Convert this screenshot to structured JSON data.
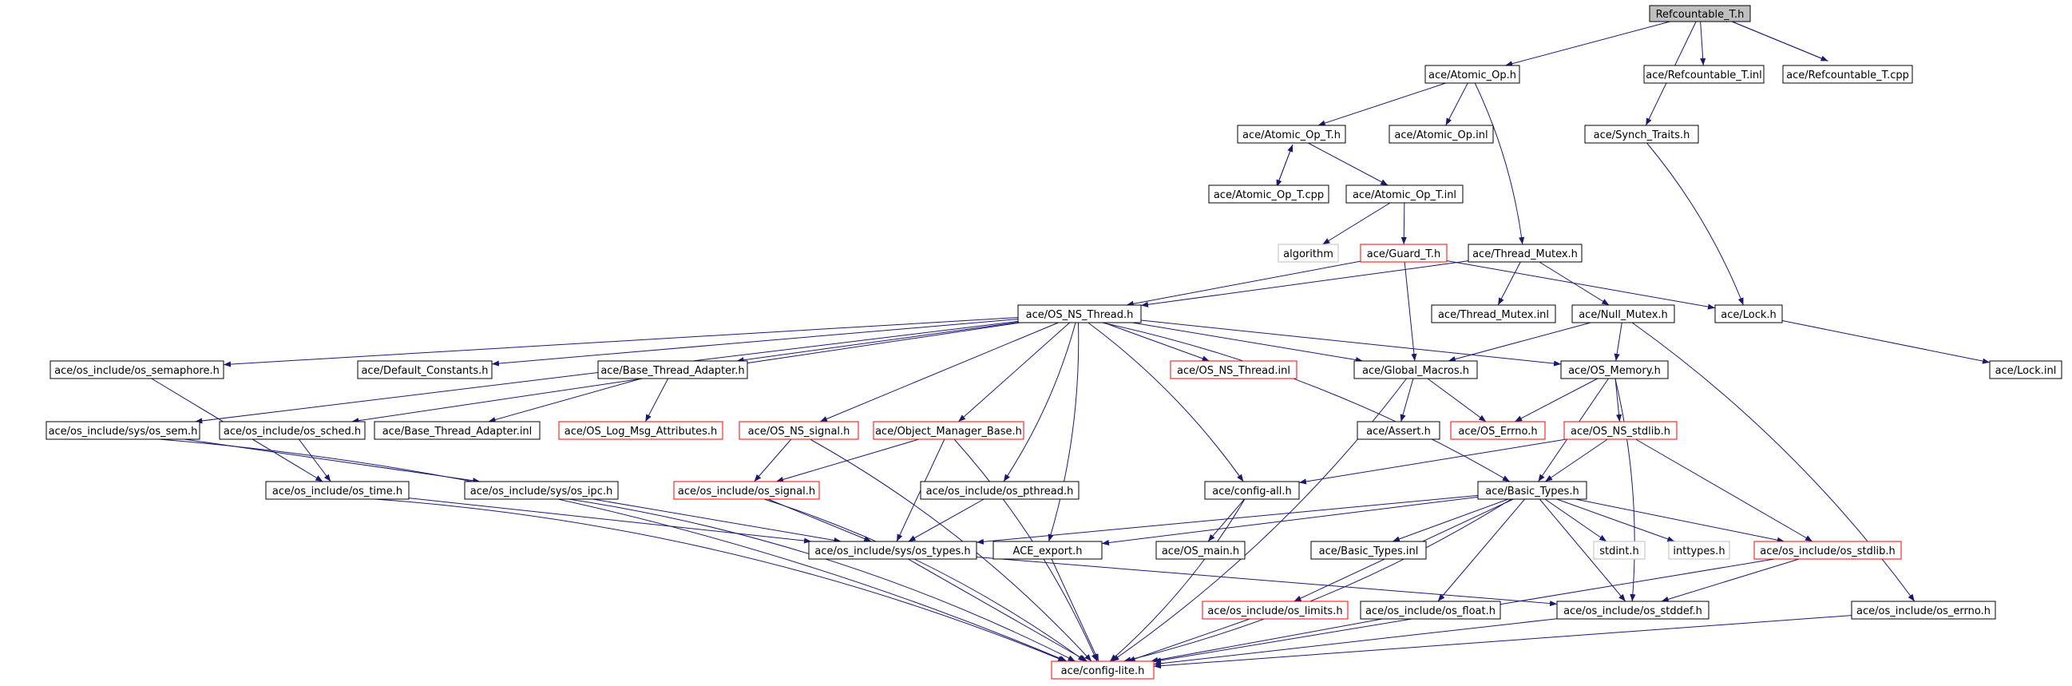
{
  "diagram": {
    "title": "",
    "colors": {
      "edge": "#191970",
      "normal_border": "#000000",
      "incomplete_border": "#ff0000",
      "external_border": "#bfbfbf",
      "root_fill": "#bfbfbf"
    },
    "nodes": [
      {
        "id": "refcountable_t_h",
        "label": "Refcountable_T.h",
        "style": "root"
      },
      {
        "id": "atomic_op_h",
        "label": "ace/Atomic_Op.h",
        "style": "normal"
      },
      {
        "id": "refcountable_t_inl",
        "label": "ace/Refcountable_T.inl",
        "style": "normal"
      },
      {
        "id": "refcountable_t_cpp",
        "label": "ace/Refcountable_T.cpp",
        "style": "normal"
      },
      {
        "id": "atomic_op_t_h",
        "label": "ace/Atomic_Op_T.h",
        "style": "normal"
      },
      {
        "id": "atomic_op_inl",
        "label": "ace/Atomic_Op.inl",
        "style": "normal"
      },
      {
        "id": "synch_traits_h",
        "label": "ace/Synch_Traits.h",
        "style": "normal"
      },
      {
        "id": "atomic_op_t_cpp",
        "label": "ace/Atomic_Op_T.cpp",
        "style": "normal"
      },
      {
        "id": "atomic_op_t_inl",
        "label": "ace/Atomic_Op_T.inl",
        "style": "normal"
      },
      {
        "id": "algorithm",
        "label": "algorithm",
        "style": "external"
      },
      {
        "id": "guard_t_h",
        "label": "ace/Guard_T.h",
        "style": "incomplete"
      },
      {
        "id": "thread_mutex_h",
        "label": "ace/Thread_Mutex.h",
        "style": "normal"
      },
      {
        "id": "os_ns_thread_h",
        "label": "ace/OS_NS_Thread.h",
        "style": "normal"
      },
      {
        "id": "thread_mutex_inl",
        "label": "ace/Thread_Mutex.inl",
        "style": "normal"
      },
      {
        "id": "null_mutex_h",
        "label": "ace/Null_Mutex.h",
        "style": "normal"
      },
      {
        "id": "lock_h",
        "label": "ace/Lock.h",
        "style": "normal"
      },
      {
        "id": "os_semaphore_h",
        "label": "ace/os_include/os_semaphore.h",
        "style": "normal"
      },
      {
        "id": "default_constants_h",
        "label": "ace/Default_Constants.h",
        "style": "normal"
      },
      {
        "id": "base_thread_adapter_h",
        "label": "ace/Base_Thread_Adapter.h",
        "style": "normal"
      },
      {
        "id": "os_ns_thread_inl",
        "label": "ace/OS_NS_Thread.inl",
        "style": "incomplete"
      },
      {
        "id": "global_macros_h",
        "label": "ace/Global_Macros.h",
        "style": "normal"
      },
      {
        "id": "os_memory_h",
        "label": "ace/OS_Memory.h",
        "style": "normal"
      },
      {
        "id": "lock_inl",
        "label": "ace/Lock.inl",
        "style": "normal"
      },
      {
        "id": "os_sem_h",
        "label": "ace/os_include/sys/os_sem.h",
        "style": "normal"
      },
      {
        "id": "os_sched_h",
        "label": "ace/os_include/os_sched.h",
        "style": "normal"
      },
      {
        "id": "base_thread_adapter_inl",
        "label": "ace/Base_Thread_Adapter.inl",
        "style": "normal"
      },
      {
        "id": "os_log_msg_attributes_h",
        "label": "ace/OS_Log_Msg_Attributes.h",
        "style": "incomplete"
      },
      {
        "id": "os_ns_signal_h",
        "label": "ace/OS_NS_signal.h",
        "style": "incomplete"
      },
      {
        "id": "object_manager_base_h",
        "label": "ace/Object_Manager_Base.h",
        "style": "incomplete"
      },
      {
        "id": "assert_h",
        "label": "ace/Assert.h",
        "style": "normal"
      },
      {
        "id": "os_errno_h",
        "label": "ace/OS_Errno.h",
        "style": "incomplete"
      },
      {
        "id": "os_ns_stdlib_h",
        "label": "ace/OS_NS_stdlib.h",
        "style": "incomplete"
      },
      {
        "id": "os_time_h",
        "label": "ace/os_include/os_time.h",
        "style": "normal"
      },
      {
        "id": "os_ipc_h",
        "label": "ace/os_include/sys/os_ipc.h",
        "style": "normal"
      },
      {
        "id": "os_signal_h",
        "label": "ace/os_include/os_signal.h",
        "style": "incomplete"
      },
      {
        "id": "os_pthread_h",
        "label": "ace/os_include/os_pthread.h",
        "style": "normal"
      },
      {
        "id": "config_all_h",
        "label": "ace/config-all.h",
        "style": "normal"
      },
      {
        "id": "basic_types_h",
        "label": "ace/Basic_Types.h",
        "style": "normal"
      },
      {
        "id": "os_types_h",
        "label": "ace/os_include/sys/os_types.h",
        "style": "normal"
      },
      {
        "id": "ace_export_h",
        "label": "ACE_export.h",
        "style": "normal"
      },
      {
        "id": "os_main_h",
        "label": "ace/OS_main.h",
        "style": "normal"
      },
      {
        "id": "basic_types_inl",
        "label": "ace/Basic_Types.inl",
        "style": "normal"
      },
      {
        "id": "stdint_h",
        "label": "stdint.h",
        "style": "external"
      },
      {
        "id": "inttypes_h",
        "label": "inttypes.h",
        "style": "external"
      },
      {
        "id": "os_stdlib_h",
        "label": "ace/os_include/os_stdlib.h",
        "style": "incomplete"
      },
      {
        "id": "os_limits_h",
        "label": "ace/os_include/os_limits.h",
        "style": "incomplete"
      },
      {
        "id": "os_float_h",
        "label": "ace/os_include/os_float.h",
        "style": "normal"
      },
      {
        "id": "os_stddef_h",
        "label": "ace/os_include/os_stddef.h",
        "style": "normal"
      },
      {
        "id": "os_errno_inc_h",
        "label": "ace/os_include/os_errno.h",
        "style": "normal"
      },
      {
        "id": "config_lite_h",
        "label": "ace/config-lite.h",
        "style": "incomplete"
      }
    ],
    "edges": [
      [
        "refcountable_t_h",
        "atomic_op_h"
      ],
      [
        "refcountable_t_h",
        "refcountable_t_inl"
      ],
      [
        "refcountable_t_h",
        "refcountable_t_cpp"
      ],
      [
        "refcountable_t_cpp",
        "refcountable_t_h"
      ],
      [
        "refcountable_t_h",
        "synch_traits_h"
      ],
      [
        "atomic_op_h",
        "atomic_op_t_h"
      ],
      [
        "atomic_op_h",
        "atomic_op_inl"
      ],
      [
        "atomic_op_h",
        "thread_mutex_h"
      ],
      [
        "atomic_op_t_h",
        "atomic_op_t_cpp"
      ],
      [
        "atomic_op_t_cpp",
        "atomic_op_t_h"
      ],
      [
        "atomic_op_t_h",
        "atomic_op_t_inl"
      ],
      [
        "atomic_op_t_inl",
        "algorithm"
      ],
      [
        "atomic_op_t_inl",
        "guard_t_h"
      ],
      [
        "guard_t_h",
        "lock_h"
      ],
      [
        "guard_t_h",
        "os_ns_thread_h"
      ],
      [
        "guard_t_h",
        "global_macros_h"
      ],
      [
        "thread_mutex_h",
        "os_ns_thread_h"
      ],
      [
        "thread_mutex_h",
        "thread_mutex_inl"
      ],
      [
        "thread_mutex_h",
        "null_mutex_h"
      ],
      [
        "null_mutex_h",
        "global_macros_h"
      ],
      [
        "null_mutex_h",
        "os_memory_h"
      ],
      [
        "null_mutex_h",
        "os_errno_inc_h"
      ],
      [
        "synch_traits_h",
        "lock_h"
      ],
      [
        "lock_h",
        "lock_inl"
      ],
      [
        "os_ns_thread_h",
        "os_semaphore_h"
      ],
      [
        "os_ns_thread_h",
        "default_constants_h"
      ],
      [
        "os_ns_thread_h",
        "base_thread_adapter_h"
      ],
      [
        "os_ns_thread_h",
        "os_ns_thread_inl"
      ],
      [
        "os_ns_thread_h",
        "global_macros_h"
      ],
      [
        "os_ns_thread_h",
        "os_memory_h"
      ],
      [
        "os_ns_thread_h",
        "os_sem_h"
      ],
      [
        "os_ns_thread_h",
        "os_sched_h"
      ],
      [
        "os_ns_thread_h",
        "os_ns_signal_h"
      ],
      [
        "os_ns_thread_h",
        "object_manager_base_h"
      ],
      [
        "os_ns_thread_h",
        "os_pthread_h"
      ],
      [
        "os_ns_thread_h",
        "ace_export_h"
      ],
      [
        "os_ns_thread_h",
        "config_all_h"
      ],
      [
        "os_ns_thread_h",
        "basic_types_h"
      ],
      [
        "base_thread_adapter_h",
        "base_thread_adapter_inl"
      ],
      [
        "base_thread_adapter_h",
        "os_log_msg_attributes_h"
      ],
      [
        "global_macros_h",
        "assert_h"
      ],
      [
        "global_macros_h",
        "os_errno_h"
      ],
      [
        "global_macros_h",
        "config_lite_h"
      ],
      [
        "os_memory_h",
        "os_errno_h"
      ],
      [
        "os_memory_h",
        "os_ns_stdlib_h"
      ],
      [
        "os_memory_h",
        "basic_types_h"
      ],
      [
        "os_memory_h",
        "os_stddef_h"
      ],
      [
        "os_semaphore_h",
        "os_time_h"
      ],
      [
        "os_sched_h",
        "os_time_h"
      ],
      [
        "os_sem_h",
        "os_ipc_h"
      ],
      [
        "os_sem_h",
        "config_lite_h"
      ],
      [
        "os_ns_signal_h",
        "os_signal_h"
      ],
      [
        "os_ns_signal_h",
        "config_lite_h"
      ],
      [
        "object_manager_base_h",
        "os_signal_h"
      ],
      [
        "object_manager_base_h",
        "os_types_h"
      ],
      [
        "object_manager_base_h",
        "config_lite_h"
      ],
      [
        "os_ns_stdlib_h",
        "config_all_h"
      ],
      [
        "os_ns_stdlib_h",
        "basic_types_h"
      ],
      [
        "os_ns_stdlib_h",
        "os_stdlib_h"
      ],
      [
        "os_time_h",
        "os_types_h"
      ],
      [
        "os_time_h",
        "config_lite_h"
      ],
      [
        "os_ipc_h",
        "os_types_h"
      ],
      [
        "os_ipc_h",
        "config_lite_h"
      ],
      [
        "os_signal_h",
        "os_types_h"
      ],
      [
        "os_signal_h",
        "config_lite_h"
      ],
      [
        "os_pthread_h",
        "os_types_h"
      ],
      [
        "config_all_h",
        "os_main_h"
      ],
      [
        "config_all_h",
        "config_lite_h"
      ],
      [
        "basic_types_h",
        "os_types_h"
      ],
      [
        "basic_types_h",
        "ace_export_h"
      ],
      [
        "basic_types_h",
        "basic_types_inl"
      ],
      [
        "basic_types_h",
        "stdint_h"
      ],
      [
        "basic_types_h",
        "inttypes_h"
      ],
      [
        "basic_types_h",
        "os_stdlib_h"
      ],
      [
        "basic_types_h",
        "os_limits_h"
      ],
      [
        "basic_types_h",
        "os_float_h"
      ],
      [
        "basic_types_h",
        "os_stddef_h"
      ],
      [
        "basic_types_h",
        "config_lite_h"
      ],
      [
        "os_types_h",
        "os_stddef_h"
      ],
      [
        "os_types_h",
        "config_lite_h"
      ],
      [
        "ace_export_h",
        "config_lite_h"
      ],
      [
        "os_stdlib_h",
        "os_stddef_h"
      ],
      [
        "os_stdlib_h",
        "config_lite_h"
      ],
      [
        "os_limits_h",
        "config_lite_h"
      ],
      [
        "os_float_h",
        "config_lite_h"
      ],
      [
        "os_stddef_h",
        "config_lite_h"
      ],
      [
        "os_errno_inc_h",
        "config_lite_h"
      ]
    ]
  }
}
